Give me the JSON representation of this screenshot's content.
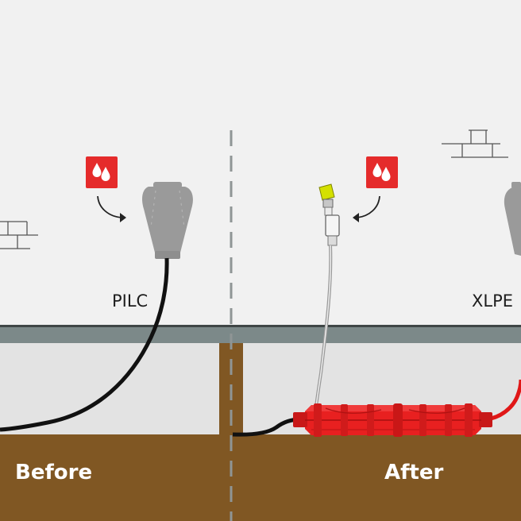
{
  "labels": {
    "pilc": "PILC",
    "xlpe": "XLPE",
    "before": "Before",
    "after": "After"
  },
  "icons": {
    "fluid_badge": "water-drops-icon",
    "arrow": "curved-arrow-icon",
    "terminal": "cable-termination-icon",
    "injector": "fluid-injection-tube-icon",
    "joint": "transition-joint-icon",
    "brick": "brick-wall-icon"
  },
  "colors": {
    "background": "#f1f1f1",
    "lower_area": "#e3e3e3",
    "shelf": "#7c8989",
    "soil": "#805723",
    "badge": "#e52b2b",
    "joint": "#e82020",
    "xlpe_cable": "#e01717",
    "pilc_cable": "#111111",
    "terminal": "#9a9a9a",
    "injector_cap": "#d4e000",
    "divider": "#8f9595"
  }
}
